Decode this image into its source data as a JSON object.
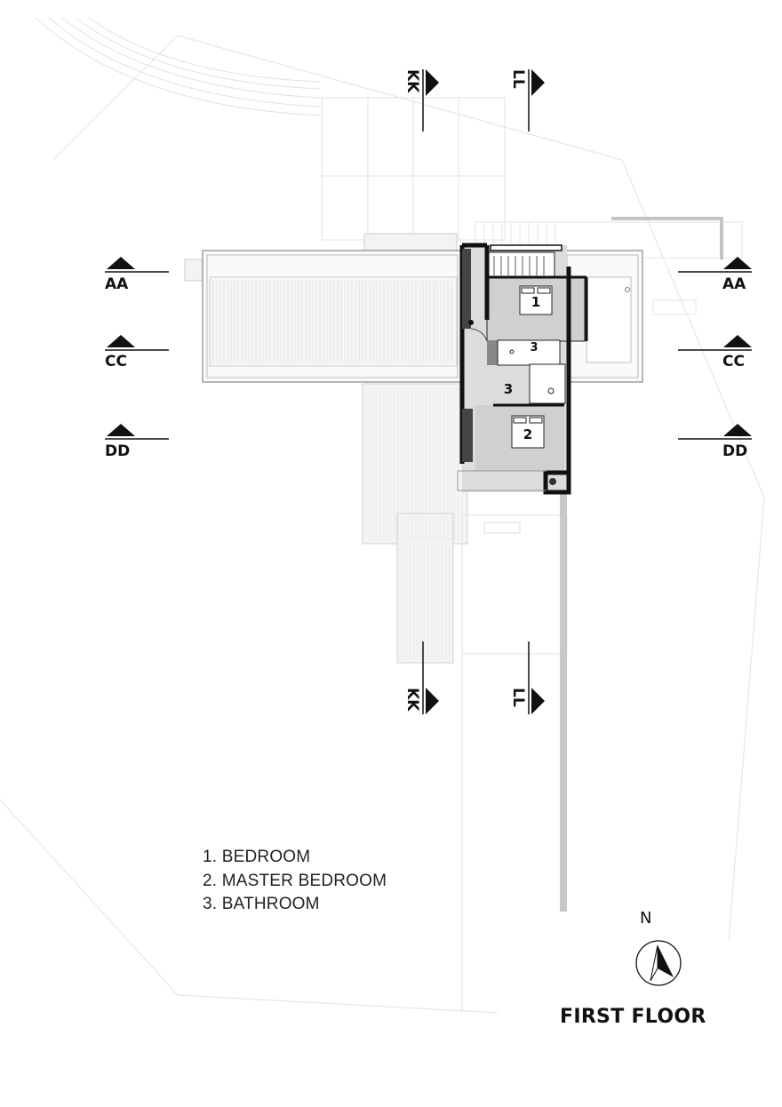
{
  "drawing": {
    "title": "FIRST FLOOR",
    "north_label": "N"
  },
  "sections": {
    "aa_left": "AA",
    "aa_right": "AA",
    "cc_left": "CC",
    "cc_right": "CC",
    "dd_left": "DD",
    "dd_right": "DD",
    "kk_top": "KK",
    "kk_bottom": "KK",
    "ll_top": "LL",
    "ll_bottom": "LL"
  },
  "rooms": {
    "bedroom": "1",
    "master_bedroom": "2",
    "bathroom_a": "3",
    "bathroom_b": "3"
  },
  "legend": [
    "1. BEDROOM",
    "2. MASTER BEDROOM",
    "3. BATHROOM"
  ],
  "colors": {
    "wall": "#111111",
    "room_fill": "#dcdcdc",
    "faint_line": "#d4d4d4",
    "mid_line": "#9a9a9a",
    "path_strip": "#c8c8c8"
  }
}
